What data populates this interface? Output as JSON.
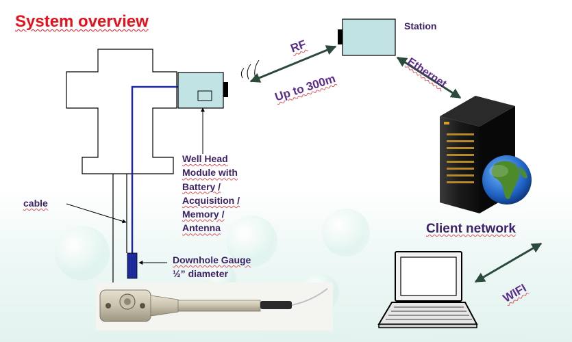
{
  "title": "System overview",
  "labels": {
    "station": "Station",
    "rf": "RF",
    "range": "Up to 300m",
    "ethernet": "Ethernet",
    "well_head": [
      "Well Head",
      "Module with",
      "Battery /",
      "Acquisition /",
      "Memory /",
      "Antenna"
    ],
    "cable": "cable",
    "gauge": [
      "Downhole Gauge",
      "½” diameter"
    ],
    "client_network": "Client network",
    "wifi": "WIFI"
  },
  "colors": {
    "title": "#e8101a",
    "label": "#5a2d8c",
    "module_fill": "#c2e3e3",
    "cable": "#1c2a9c",
    "arrow": "#2b4a3c"
  },
  "icons": [
    "server-icon",
    "globe-icon",
    "laptop-icon",
    "signal-waves-icon",
    "downhole-gauge-photo"
  ]
}
